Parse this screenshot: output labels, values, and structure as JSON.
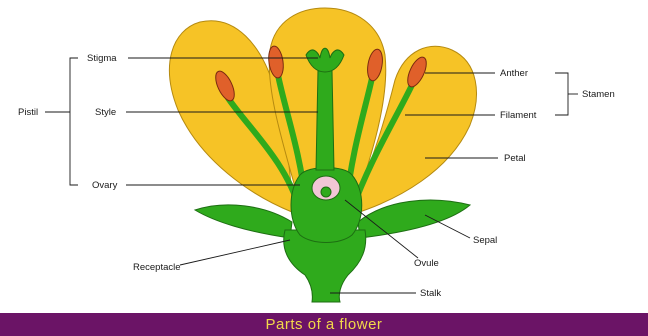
{
  "caption": "Parts of a flower",
  "labels": {
    "stigma": "Stigma",
    "style": "Style",
    "ovary": "Ovary",
    "pistil": "Pistil",
    "anther": "Anther",
    "filament": "Filament",
    "stamen": "Stamen",
    "petal": "Petal",
    "sepal": "Sepal",
    "ovule": "Ovule",
    "receptacle": "Receptacle",
    "stalk": "Stalk"
  },
  "colors": {
    "petal": "#f6c326",
    "petal_outline": "#b58a10",
    "green": "#2faa1c",
    "green_outline": "#1d6e12",
    "anther": "#e0602a",
    "ovule": "#f2c6d6",
    "caption_bg": "#6b1466",
    "caption_text": "#f2d84a"
  }
}
